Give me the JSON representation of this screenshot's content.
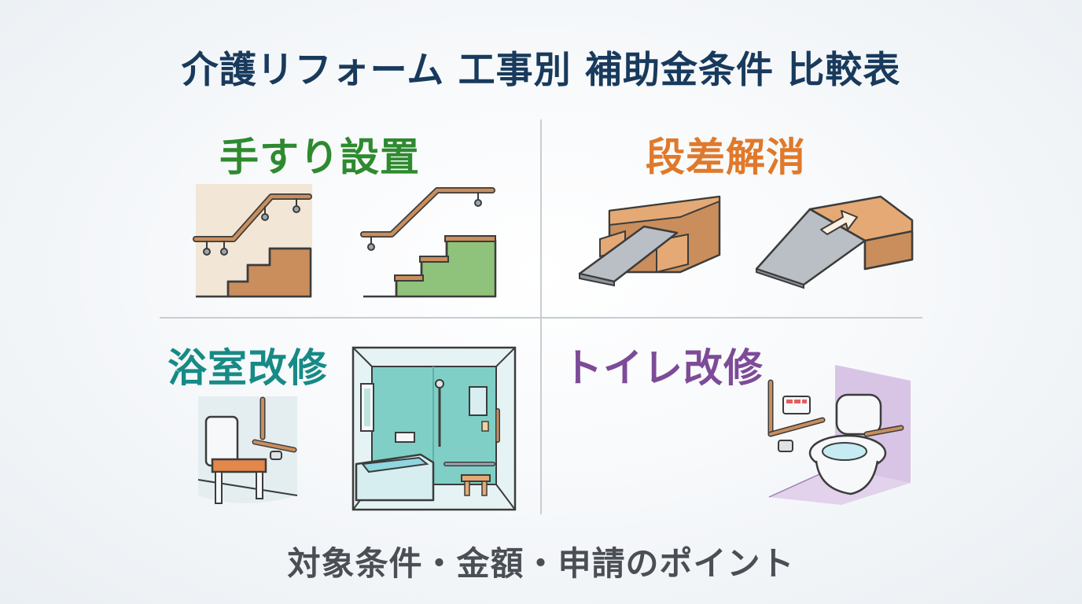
{
  "title": "介護リフォーム 工事別 補助金条件 比較表",
  "sections": [
    {
      "label": "手すり設置",
      "color": "#2e8a2f"
    },
    {
      "label": "段差解消",
      "color": "#e0792b"
    },
    {
      "label": "浴室改修",
      "color": "#178a86"
    },
    {
      "label": "トイレ改修",
      "color": "#7d4b97"
    }
  ],
  "footer": "対象条件・金額・申請のポイント",
  "illustrations": [
    "stair-handrail-wall-icon",
    "stair-handrail-green-icon",
    "ramp-over-steps-icon",
    "slope-ramp-arrow-icon",
    "shower-chair-handrail-icon",
    "accessible-bathroom-icon",
    "toilet-handrail-icon"
  ]
}
